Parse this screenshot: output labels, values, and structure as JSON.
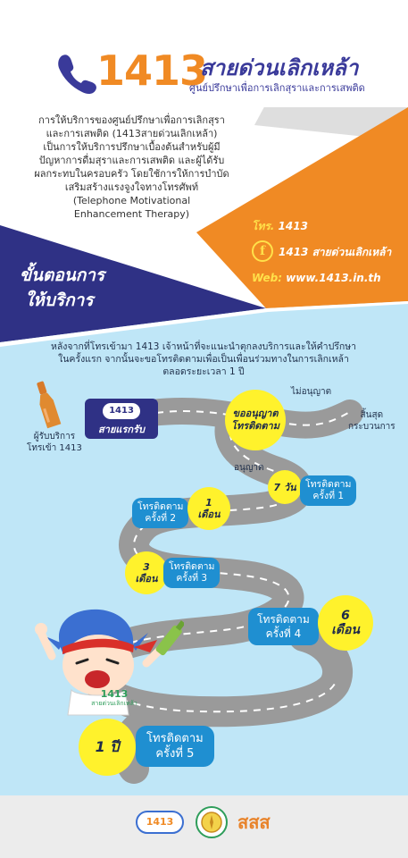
{
  "header": {
    "number": "1413",
    "name": "สายด่วนเลิกเหล้า",
    "subtitle": "ศูนย์ปรึกษาเพื่อการเลิกสุราและการเสพติด"
  },
  "intro": {
    "lines": [
      "การให้บริการของศูนย์ปรึกษาเพื่อการเลิกสุรา",
      "และการเสพติด (1413สายด่วนเลิกเหล้า)",
      "เป็นการให้บริการปรึกษาเบื้องต้นสำหรับผู้มี",
      "ปัญหาการดื่มสุราและการเสพติด และผู้ได้รับ",
      "ผลกระทบในครอบครัว โดยใช้การให้การบำบัด",
      "เสริมสร้างแรงจูงใจทางโทรศัพท์",
      "(Telephone Motivational",
      "Enhancement Therapy)"
    ]
  },
  "contact": {
    "phone_label": "โทร.",
    "phone": "1413",
    "facebook": "1413 สายด่วนเลิกเหล้า",
    "web_label": "Web:",
    "web": "www.1413.in.th"
  },
  "steps_title": [
    "ขั้นตอนการ",
    "ให้บริการ"
  ],
  "process_intro": [
    "หลังจากที่โทรเข้ามา 1413 เจ้าหน้าที่จะแนะนำตุกลงบริการและให้คำปรึกษา",
    "ในครั้งแรก จากนั้นจะขอโทรติดตามเพื่อเป็นเพื่อนร่วมทางในการเลิกเหล้า",
    "ตลอดระยะเวลา 1 ปี"
  ],
  "flow": {
    "caller": [
      "ผู้รับบริการ",
      "โทรเข้า 1413"
    ],
    "first_call_logo": "1413",
    "first_call": "สายแรกรับ",
    "consent": [
      "ขออนุญาต",
      "โทรติดตาม"
    ],
    "no_consent": "ไม่อนุญาต",
    "end_process": [
      "สิ้นสุด",
      "กระบวนการ"
    ],
    "consent_yes": "อนุญาต",
    "step1_time": "7 วัน",
    "step1_label": [
      "โทรติดตาม",
      "ครั้งที่ 1"
    ],
    "step2_time": [
      "1",
      "เดือน"
    ],
    "step2_label": [
      "โทรติดตาม",
      "ครั้งที่ 2"
    ],
    "step3_time": [
      "3",
      "เดือน"
    ],
    "step3_label": [
      "โทรติดตาม",
      "ครั้งที่ 3"
    ],
    "step4_time": [
      "6",
      "เดือน"
    ],
    "step4_label": [
      "โทรติดตาม",
      "ครั้งที่ 4"
    ],
    "step5_time": "1 ปี",
    "step5_label": [
      "โทรติดตาม",
      "ครั้งที่ 5"
    ],
    "mascot_tag_number": "1413",
    "mascot_tag_text": "สายด่วนเลิกเหล้า"
  },
  "footer": {
    "logo1": "1413",
    "logo3": "สสส"
  },
  "colors": {
    "orange": "#f08a24",
    "navy": "#2f3185",
    "sky": "#bfe6f7",
    "yellow": "#fff22c",
    "chip_blue": "#1f8fd1"
  }
}
